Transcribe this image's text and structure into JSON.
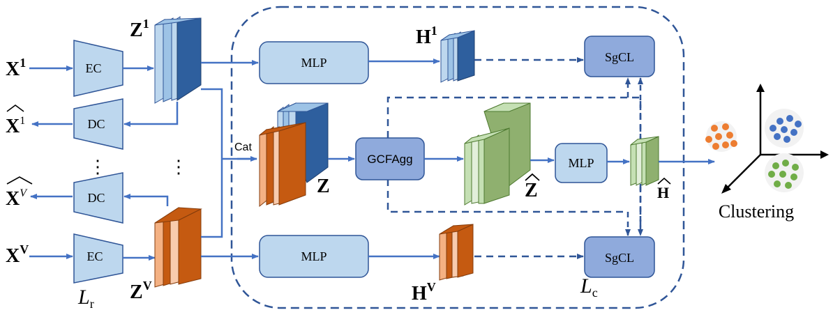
{
  "inputs": {
    "x1": {
      "base": "X",
      "sup": "1"
    },
    "x1_hat": {
      "base": "X",
      "sup": "1"
    },
    "xv_hat": {
      "base": "X",
      "sup": "V"
    },
    "xv": {
      "base": "X",
      "sup": "V"
    }
  },
  "modules": {
    "ec": "EC",
    "dc": "DC",
    "mlp": "MLP",
    "sgcl": "SgCL",
    "gcfagg": "GCFAgg"
  },
  "features": {
    "z1": {
      "base": "Z",
      "sup": "1"
    },
    "zv": {
      "base": "Z",
      "sup": "V"
    },
    "h1": {
      "base": "H",
      "sup": "1"
    },
    "hv": {
      "base": "H",
      "sup": "V"
    },
    "z": "Z",
    "z_hat": "Z",
    "h_hat": "H",
    "cat": "Cat"
  },
  "losses": {
    "recon": {
      "sym": "L",
      "sub": "r"
    },
    "contrast": {
      "sym": "L",
      "sub": "c"
    }
  },
  "output": {
    "label": "Clustering"
  },
  "ellipsis": {
    "dots": "⋮"
  },
  "colors": {
    "arrow": "#4472c4",
    "dashed": "#2f5597",
    "module_fill": "#bdd7ee",
    "module_stroke": "#2f5597",
    "sgcl_fill": "#8faadc",
    "blue_dark": "#2e5f9e",
    "blue_light": "#9dc3e6",
    "orange_dark": "#c55a11",
    "orange_light": "#f4b183",
    "green_dark": "#70ad47",
    "green_light": "#c5e0b4",
    "cluster_orange": "#ed7d31",
    "cluster_blue": "#4472c4",
    "cluster_green": "#70ad47"
  }
}
